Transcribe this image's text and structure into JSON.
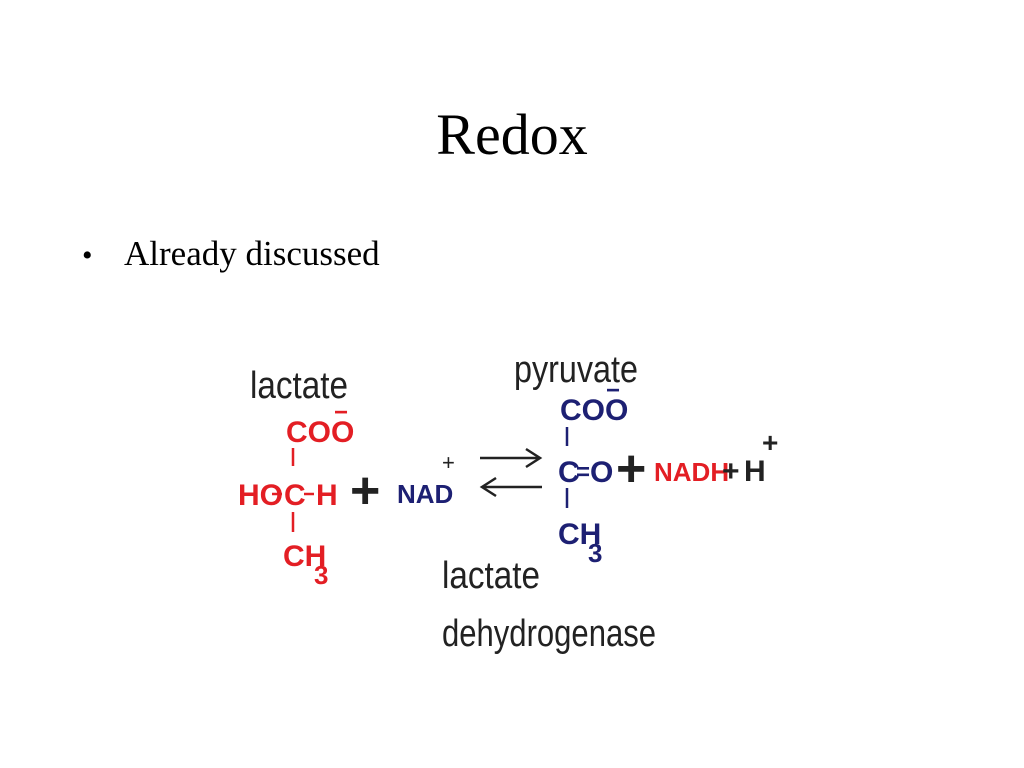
{
  "slide": {
    "title": "Redox",
    "bullets": [
      "Already discussed"
    ]
  },
  "reaction": {
    "reactant_name": "lactate",
    "reactant": {
      "top": "COO",
      "top_charge": "−",
      "middle_left": "HO",
      "middle_center": "C",
      "middle_right": "H",
      "bottom": "CH",
      "bottom_sub": "3"
    },
    "plus_1": "+",
    "cofactor_in": "NAD",
    "cofactor_in_charge": "+",
    "product_name": "pyruvate",
    "product": {
      "top": "COO",
      "top_charge": "−",
      "middle_c": "C",
      "middle_bond": "=",
      "middle_o": "O",
      "bottom": "CH",
      "bottom_sub": "3"
    },
    "plus_2": "+",
    "cofactor_out": "NADH",
    "plus_3": "+",
    "proton": "H",
    "proton_charge": "+",
    "enzyme_line1": "lactate",
    "enzyme_line2": "dehydrogenase",
    "colors": {
      "reactant": "#e31e24",
      "product": "#1d2073",
      "nadh": "#e31e24",
      "neutral": "#222222"
    }
  }
}
